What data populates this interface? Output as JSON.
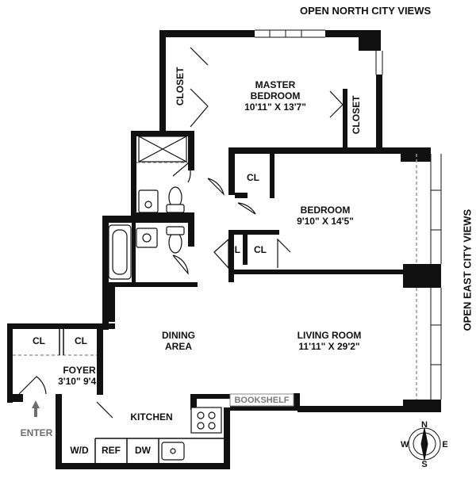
{
  "views": {
    "north": "OPEN NORTH CITY VIEWS",
    "east": "OPEN EAST CITY VIEWS"
  },
  "rooms": {
    "master_bedroom": {
      "name_line1": "MASTER",
      "name_line2": "BEDROOM",
      "dims": "10'11\" X 13'7\""
    },
    "bedroom": {
      "name": "BEDROOM",
      "dims": "9'10\" X 14'5\""
    },
    "living_room": {
      "name": "LIVING ROOM",
      "dims": "11'11\" X 29'2\""
    },
    "dining_area": {
      "name_line1": "DINING",
      "name_line2": "AREA"
    },
    "foyer": {
      "name": "FOYER",
      "dims": "3'10\" 9'4\""
    },
    "kitchen": {
      "name": "KITCHEN"
    }
  },
  "closets": {
    "master_left": "CLOSET",
    "master_right": "CLOSET",
    "bedroom_top": "CL",
    "bedroom_left": "CL",
    "bedroom_right": "CL",
    "foyer_left": "CL",
    "foyer_right": "CL"
  },
  "fixtures": {
    "bookshelf": "BOOKSHELF",
    "washer_dryer": "W/D",
    "refrigerator": "REF",
    "dishwasher": "DW"
  },
  "entry": {
    "label": "ENTER"
  },
  "compass": {
    "n": "N",
    "s": "S",
    "e": "E",
    "w": "W"
  },
  "colors": {
    "wall": "#111111",
    "bookshelf_text": "#8a8a8a",
    "enter_text": "#6e6e6e"
  }
}
